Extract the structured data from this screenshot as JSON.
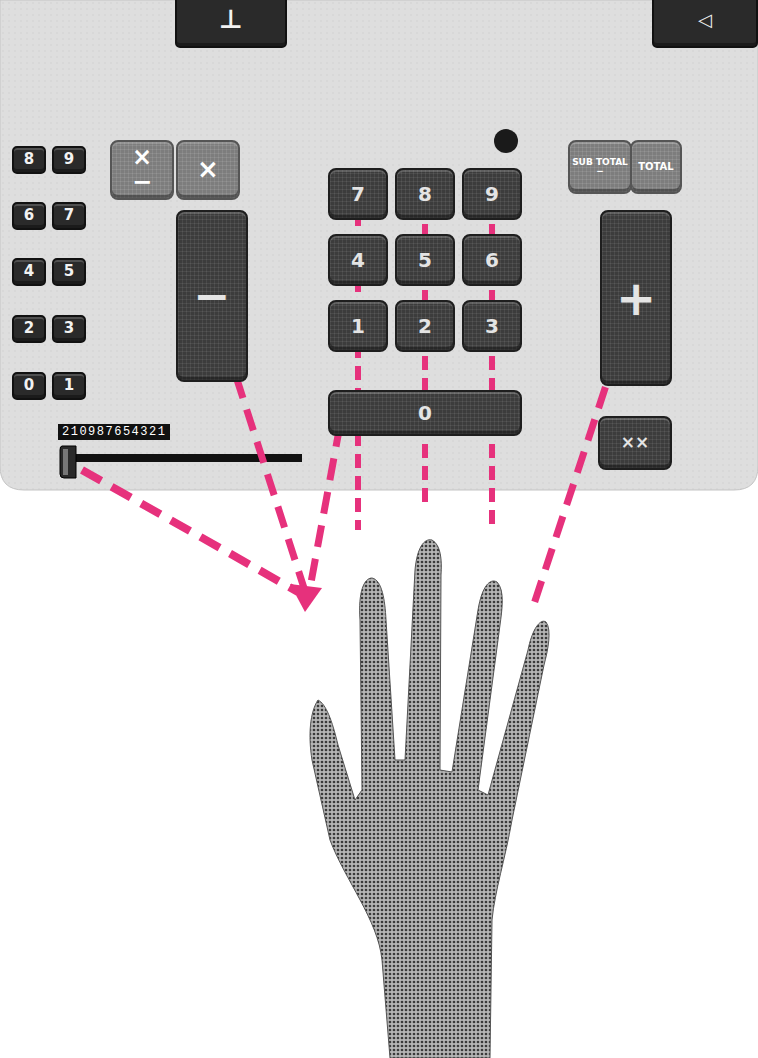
{
  "diagram": {
    "nodes": [
      {
        "text": [
          "⊥"
        ]
      },
      {
        "text": [
          "◁"
        ]
      },
      {
        "text": [
          "8"
        ]
      },
      {
        "text": [
          "9"
        ]
      },
      {
        "text": [
          "×",
          "−"
        ]
      },
      {
        "text": [
          "×"
        ]
      },
      {
        "text": [
          "SUB TOTAL",
          "−"
        ]
      },
      {
        "text": [
          "TOTAL"
        ]
      },
      {
        "text": [
          "6"
        ]
      },
      {
        "text": [
          "7"
        ]
      },
      {
        "text": [
          "−"
        ]
      },
      {
        "text": [
          "7"
        ]
      },
      {
        "text": [
          "8"
        ]
      },
      {
        "text": [
          "9"
        ]
      },
      {
        "text": [
          "+"
        ]
      },
      {
        "text": [
          "4"
        ]
      },
      {
        "text": [
          "5"
        ]
      },
      {
        "text": [
          "4"
        ]
      },
      {
        "text": [
          "5"
        ]
      },
      {
        "text": [
          "6"
        ]
      },
      {
        "text": [
          "2"
        ]
      },
      {
        "text": [
          "3"
        ]
      },
      {
        "text": [
          "1"
        ]
      },
      {
        "text": [
          "2"
        ]
      },
      {
        "text": [
          "3"
        ]
      },
      {
        "text": [
          "0"
        ]
      },
      {
        "text": [
          "1"
        ]
      },
      {
        "text": [
          "0"
        ]
      },
      {
        "text": [
          "××"
        ]
      }
    ],
    "labels": [
      "210987654321"
    ]
  }
}
